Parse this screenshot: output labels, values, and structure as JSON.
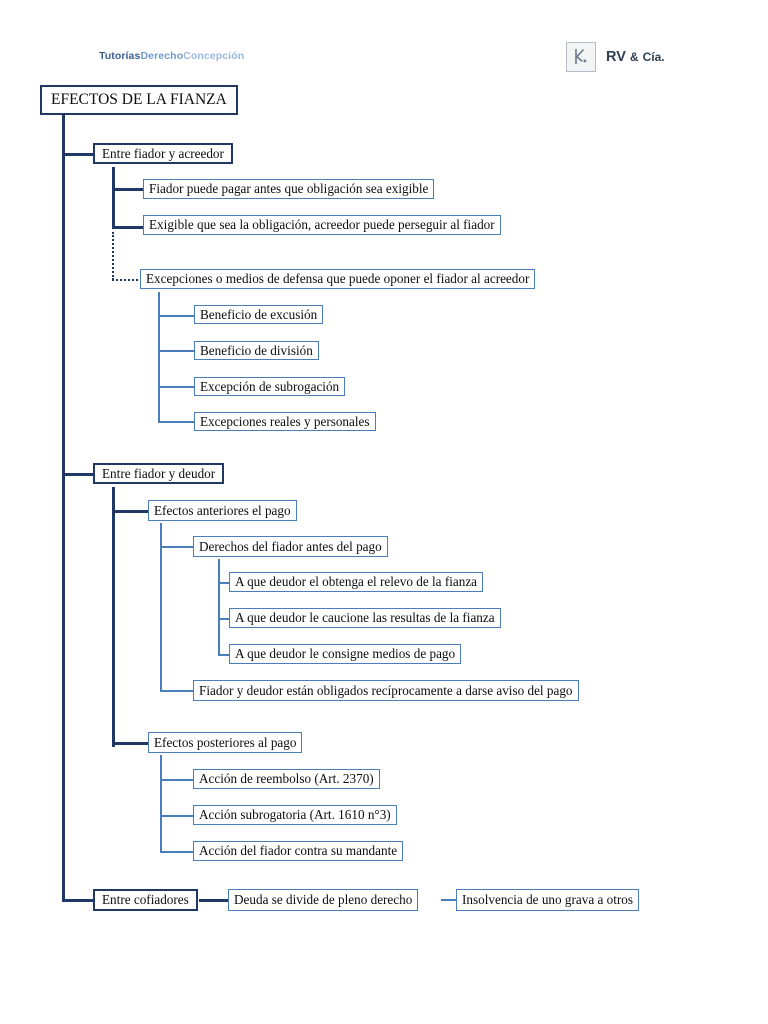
{
  "header": {
    "brand_part1": "Tutorías",
    "brand_part2": "Derecho",
    "brand_part3": "Concepción",
    "logo_monogram": "K.",
    "logo_text_main": "RV",
    "logo_text_amp": "&",
    "logo_text_suffix": "Cía."
  },
  "colors": {
    "navy": "#1F3864",
    "blue": "#4A7EBB",
    "brand_dark": "#3A5F93",
    "brand_mid": "#6F9CD0",
    "brand_light": "#9AB8DD",
    "logo_gray": "#B9BCC2"
  },
  "diagram": {
    "root": "EFECTOS DE LA FIANZA",
    "branch1": {
      "title": "Entre fiador y acreedor",
      "items": [
        "Fiador puede pagar antes que obligación sea exigible",
        "Exigible que sea la obligación, acreedor puede perseguir al fiador",
        "Excepciones o medios de defensa que puede oponer el fiador al acreedor"
      ],
      "exceptions": [
        "Beneficio de excusión",
        "Beneficio de división",
        "Excepción de subrogación",
        "Excepciones reales y personales"
      ]
    },
    "branch2": {
      "title": "Entre fiador y deudor",
      "before": {
        "title": "Efectos anteriores el pago",
        "rights_title": "Derechos del fiador antes del pago",
        "rights": [
          "A que deudor el obtenga el relevo de la fianza",
          "A que deudor le caucione las resultas de la fianza",
          "A que deudor le consigne medios de pago"
        ],
        "notice": "Fiador y deudor están obligados recíprocamente a darse aviso del pago"
      },
      "after": {
        "title": "Efectos posteriores al pago",
        "items": [
          "Acción de reembolso (Art. 2370)",
          "Acción subrogatoria (Art. 1610 n°3)",
          "Acción del fiador contra su mandante"
        ]
      }
    },
    "branch3": {
      "title": "Entre cofiadores",
      "chain": [
        "Deuda se divide de pleno derecho",
        "Insolvencia de uno grava a otros"
      ]
    }
  }
}
